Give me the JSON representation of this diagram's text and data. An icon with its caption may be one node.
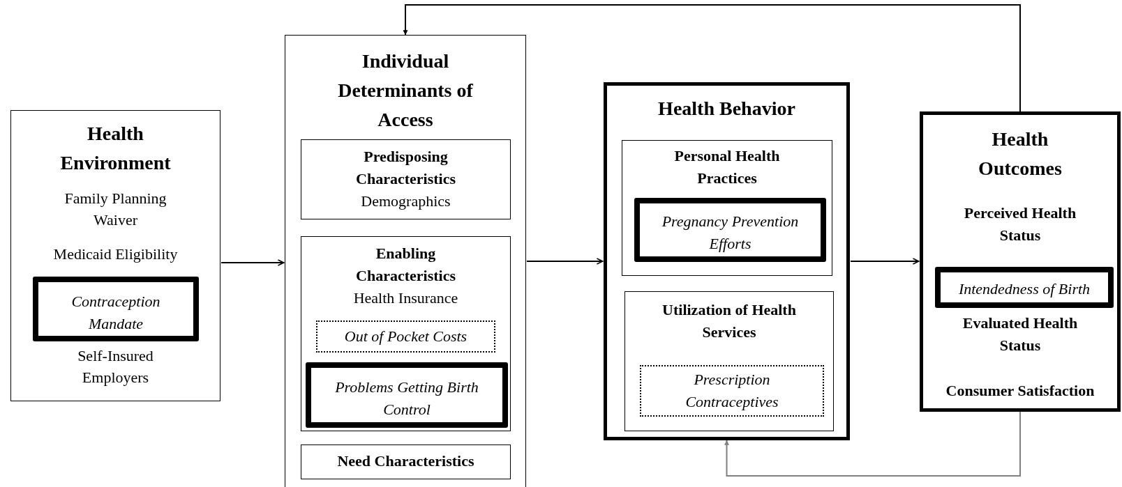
{
  "diagram": {
    "nodes": [
      {
        "text": [
          "Health Environment",
          "Family Planning Waiver",
          "Medicaid Eligibility",
          "Self-Insured Employers"
        ]
      },
      {
        "text": [
          "Contraception Mandate"
        ],
        "in": 0
      },
      {
        "text": [
          "Individual Determinants of Access"
        ]
      },
      {
        "text": [
          "Predisposing Characteristics",
          "Demographics"
        ],
        "in": 2
      },
      {
        "text": [
          "Enabling Characteristics",
          "Health Insurance"
        ],
        "in": 2
      },
      {
        "text": [
          "Out of Pocket Costs"
        ],
        "in": 4
      },
      {
        "text": [
          "Problems Getting Birth Control"
        ],
        "in": 4
      },
      {
        "text": [
          "Need Characteristics"
        ],
        "in": 2
      },
      {
        "text": [
          "Health Behavior"
        ]
      },
      {
        "text": [
          "Personal Health Practices"
        ],
        "in": 8
      },
      {
        "text": [
          "Pregnancy Prevention Efforts"
        ],
        "in": 9
      },
      {
        "text": [
          "Utilization of Health Services"
        ],
        "in": 8
      },
      {
        "text": [
          "Prescription Contraceptives"
        ],
        "in": 11
      },
      {
        "text": [
          "Health Outcomes",
          "Perceived Health Status",
          "Evaluated Health Status",
          "Consumer Satisfaction"
        ]
      },
      {
        "text": [
          "Intendedness of Birth"
        ],
        "in": 13
      }
    ],
    "edges": [
      {
        "from": 0,
        "to": 2,
        "arrow": "to"
      },
      {
        "from": 2,
        "to": 8,
        "arrow": "to"
      },
      {
        "from": 8,
        "to": 13,
        "arrow": "to"
      },
      {
        "from": 13,
        "to": 2,
        "arrow": "to"
      },
      {
        "from": 13,
        "to": 8,
        "arrow": "to",
        "color": "#808080"
      }
    ]
  }
}
